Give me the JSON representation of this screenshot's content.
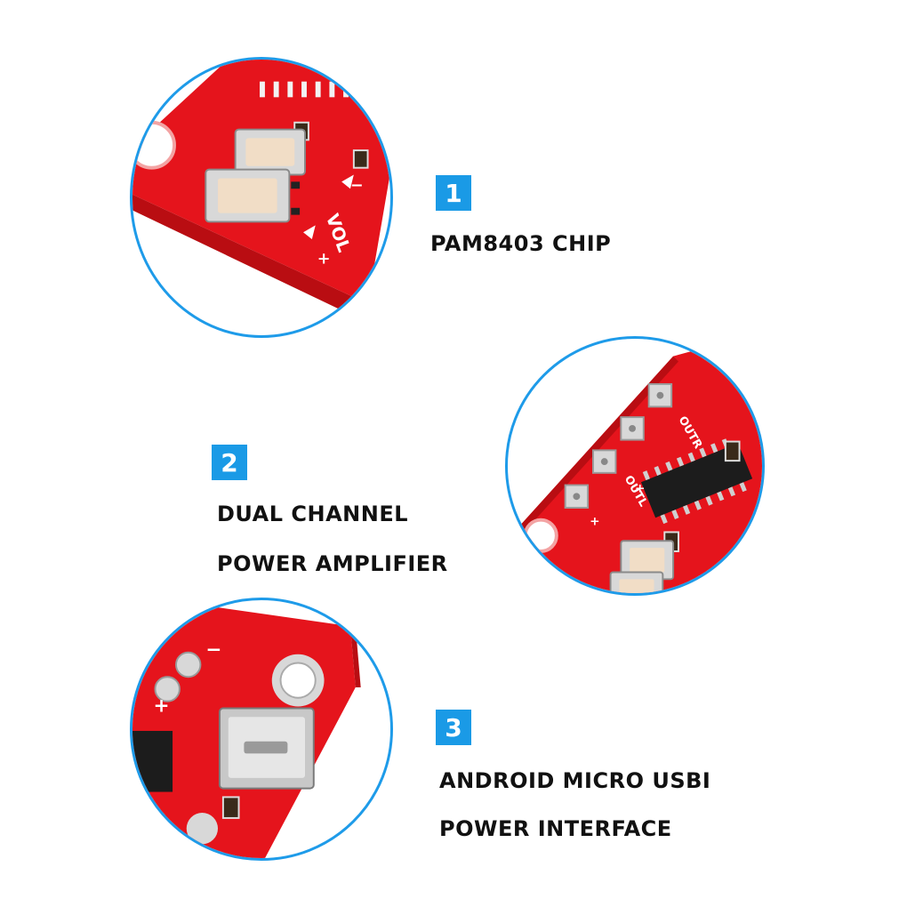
{
  "accent_color": "#1a9ae6",
  "board_color": "#e5141c",
  "features": [
    {
      "number": "1",
      "lines": [
        "PAM8403 CHIP"
      ],
      "image_icon": "buttons-closeup-icon"
    },
    {
      "number": "2",
      "lines": [
        "DUAL CHANNEL",
        "POWER AMPLIFIER"
      ],
      "image_icon": "amplifier-chip-closeup-icon"
    },
    {
      "number": "3",
      "lines": [
        "ANDROID MICRO USBI",
        "POWER INTERFACE"
      ],
      "image_icon": "micro-usb-closeup-icon"
    }
  ],
  "board_labels": {
    "vol": "VOL",
    "outr": "OUTR",
    "outl": "OUTL",
    "plus": "+",
    "minus": "−"
  }
}
